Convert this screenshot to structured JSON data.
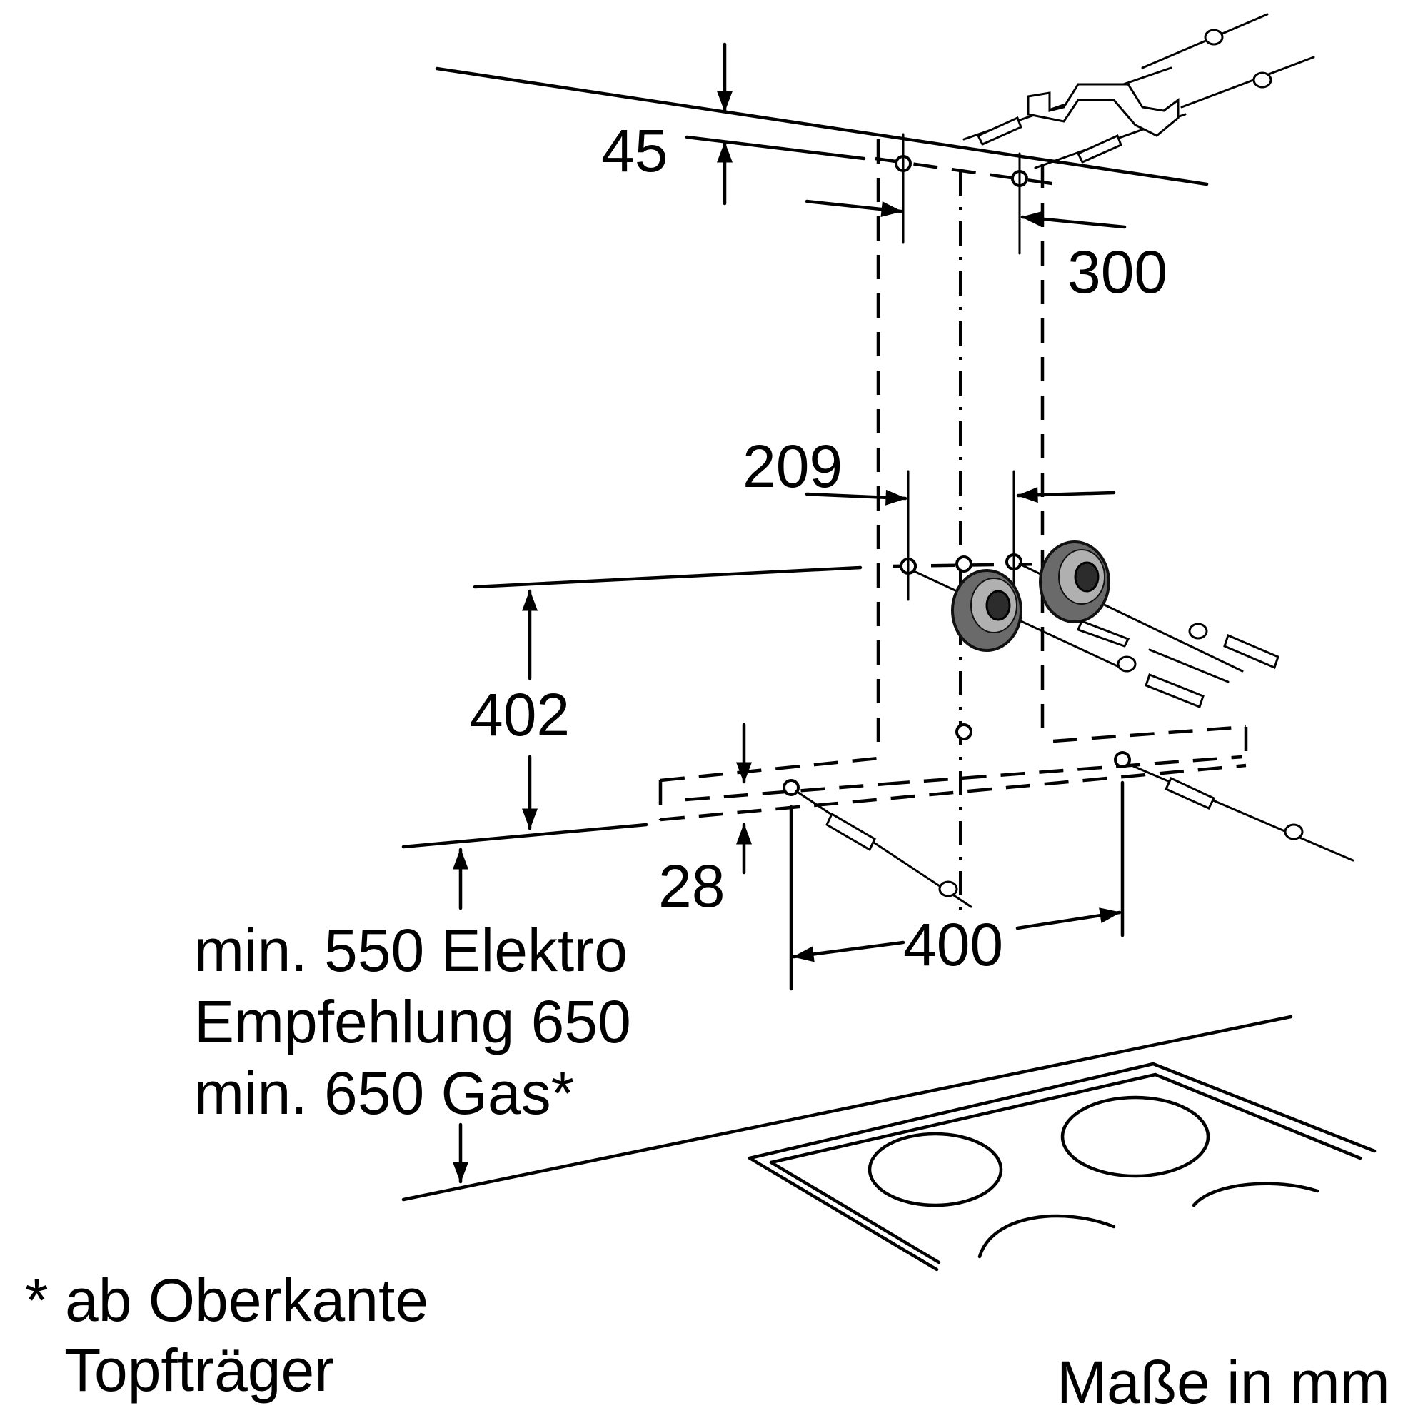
{
  "dimensions": {
    "top_offset": "45",
    "top_hole_spacing": "300",
    "mid_hole_spacing": "209",
    "vertical_mid_to_bottom": "402",
    "bottom_offset": "28",
    "bottom_hole_spacing": "400"
  },
  "mounting_height": {
    "line1": "min. 550 Elektro",
    "line2": "Empfehlung 650",
    "line3": "min. 650 Gas*"
  },
  "footnote": {
    "line1": "* ab Oberkante",
    "line2": "Topfträger"
  },
  "units_note": "Maße in mm"
}
